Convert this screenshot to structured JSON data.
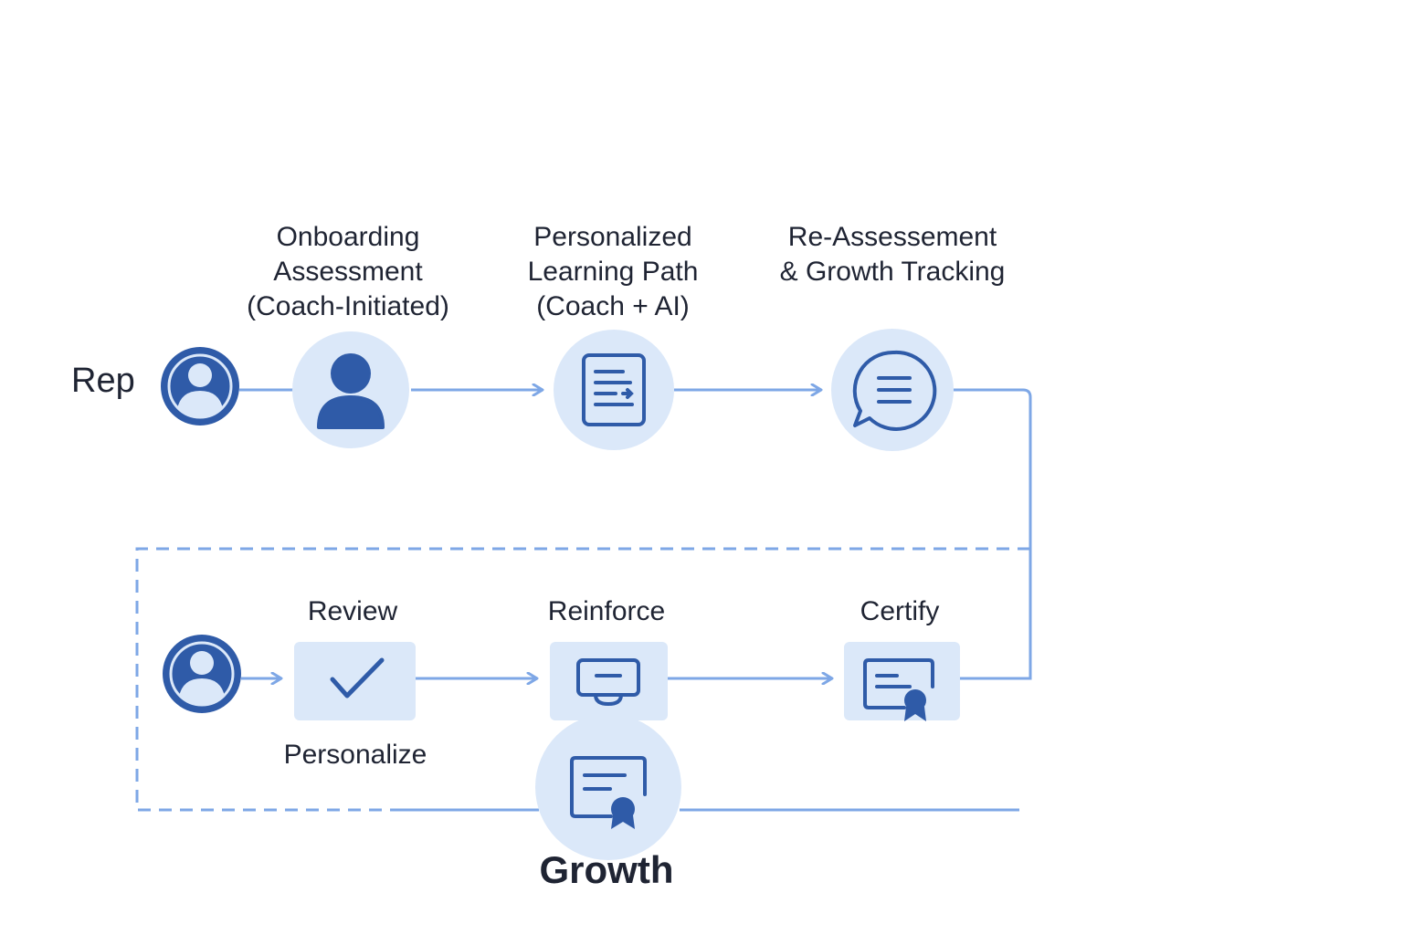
{
  "colors": {
    "accent": "#2f5ba8",
    "accent_light": "#dbe8f9",
    "connector": "#7ea7e6",
    "text": "#1f2433"
  },
  "top_row": {
    "rep_label": "Rep",
    "rep_icon": "person-icon",
    "steps": [
      {
        "label": "Onboarding\nAssessment\n(Coach-Initiated)",
        "icon": "person-icon"
      },
      {
        "label": "Personalized\nLearning Path\n(Coach + AI)",
        "icon": "document-list-icon"
      },
      {
        "label": "Re-Assessement\n& Growth Tracking",
        "icon": "chat-bubble-icon"
      }
    ]
  },
  "bottom_row": {
    "rep_icon": "person-icon",
    "steps": [
      {
        "label": "Review",
        "sub_label": "Personalize",
        "icon": "checkmark-icon"
      },
      {
        "label": "Reinforce",
        "icon": "monitor-icon"
      },
      {
        "label": "Certify",
        "icon": "certificate-icon"
      }
    ]
  },
  "growth": {
    "label": "Growth",
    "icon": "certificate-icon"
  }
}
